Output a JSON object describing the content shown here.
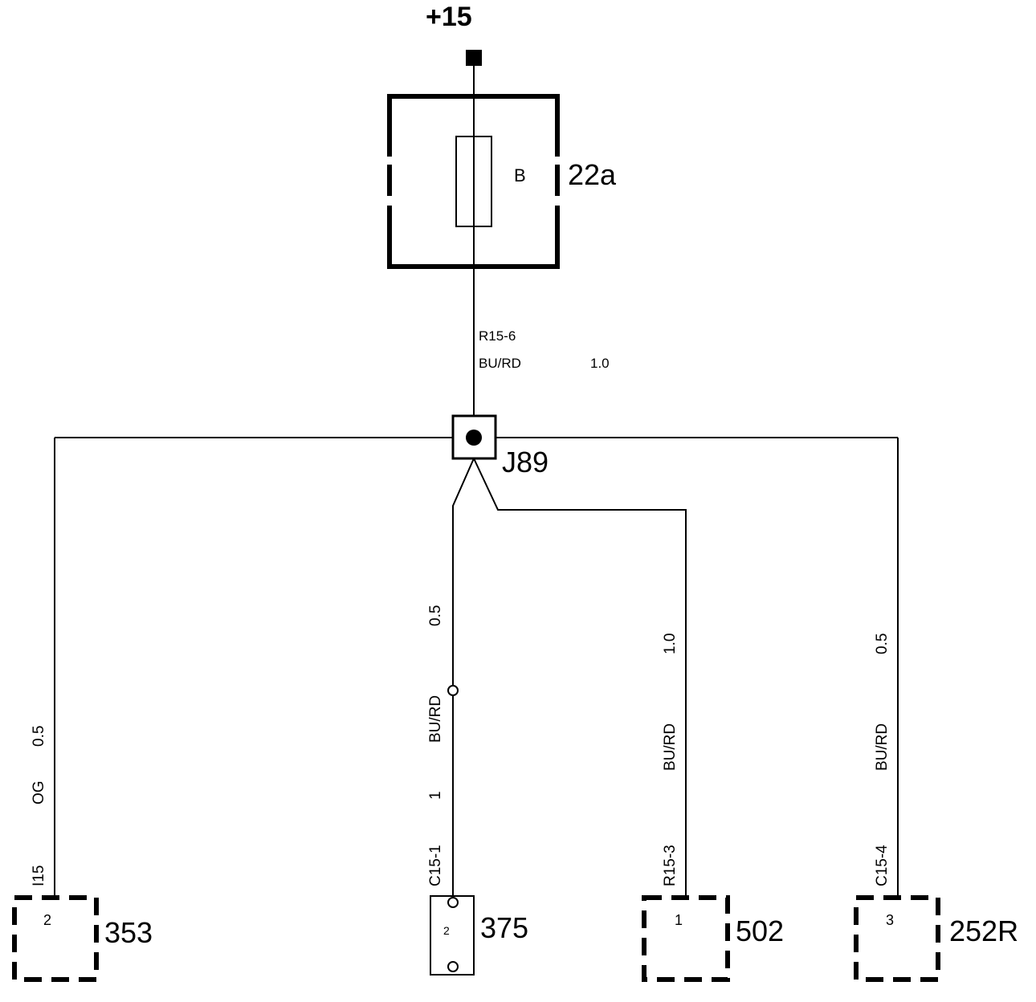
{
  "supply": {
    "label": "+15"
  },
  "fuse": {
    "id": "22a",
    "inner_label": "B"
  },
  "main_wire": {
    "connector": "R15-6",
    "color": "BU/RD",
    "size": "1.0"
  },
  "junction": {
    "id": "J89"
  },
  "branches": [
    {
      "component": "353",
      "pin": "2",
      "connector": "I15",
      "color": "OG",
      "size": "0.5"
    },
    {
      "component": "375",
      "pin": "2",
      "connector": "C15-1",
      "pin_number": "1",
      "color": "BU/RD",
      "size": "0.5"
    },
    {
      "component": "502",
      "pin": "1",
      "connector": "R15-3",
      "color": "BU/RD",
      "size": "1.0"
    },
    {
      "component": "252R",
      "pin": "3",
      "connector": "C15-4",
      "color": "BU/RD",
      "size": "0.5"
    }
  ]
}
